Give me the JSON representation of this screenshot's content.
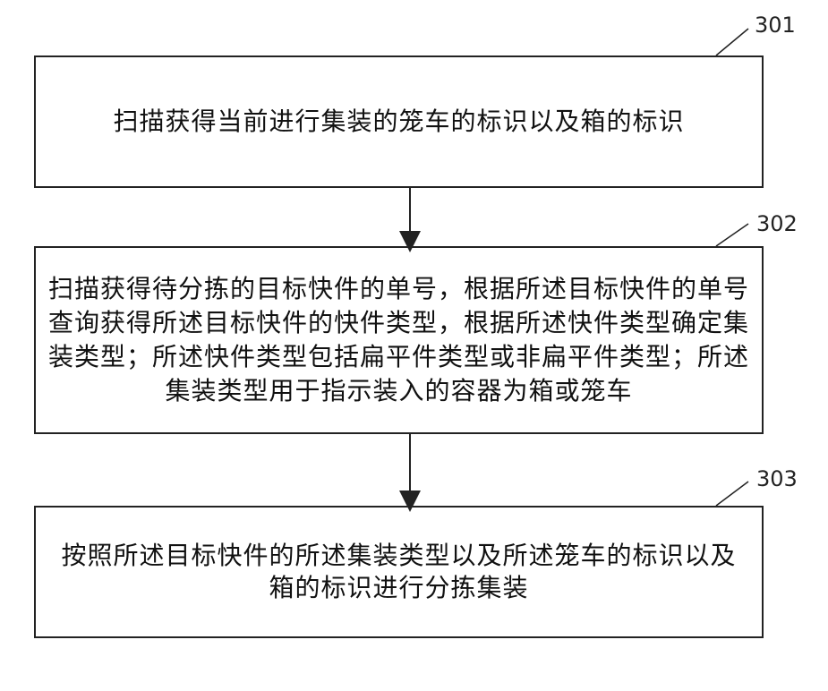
{
  "steps": [
    {
      "number": "301",
      "text": "扫描获得当前进行集装的笼车的标识以及箱的标识"
    },
    {
      "number": "302",
      "text": "扫描获得待分拣的目标快件的单号，根据所述目标快件的单号查询获得所述目标快件的快件类型，根据所述快件类型确定集装类型；所述快件类型包括扁平件类型或非扁平件类型；所述集装类型用于指示装入的容器为箱或笼车"
    },
    {
      "number": "303",
      "text": "按照所述目标快件的所述集装类型以及所述笼车的标识以及箱的标识进行分拣集装"
    }
  ],
  "colors": {
    "stroke": "#222222",
    "text": "#111111"
  }
}
